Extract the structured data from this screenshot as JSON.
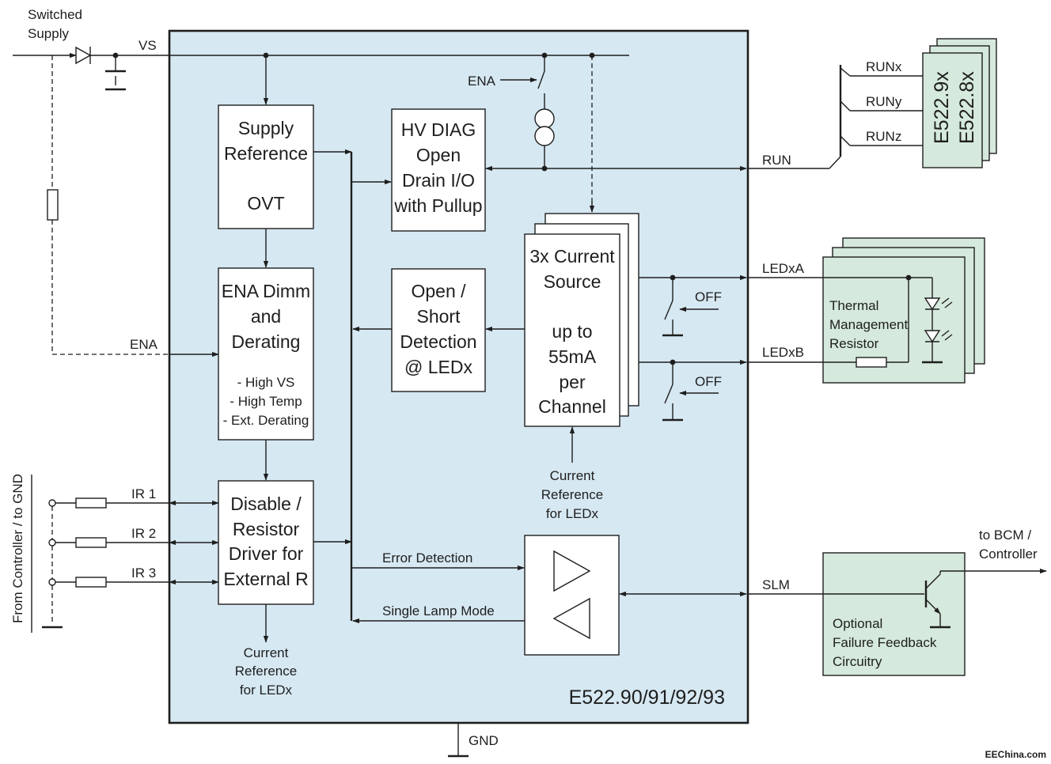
{
  "colors": {
    "chip_fill": "#d6e8f2",
    "external_fill": "#d5e9dc",
    "line": "#1e1e1e"
  },
  "labels": {
    "switched_supply": [
      "Switched",
      "Supply"
    ],
    "vs": "VS",
    "ena_switch": "ENA",
    "ena_line": "ENA",
    "run": "RUN",
    "runx": "RUNx",
    "runy": "RUNy",
    "runz": "RUNz",
    "ledxa": "LEDxA",
    "ledxb": "LEDxB",
    "off": "OFF",
    "ir1": "IR 1",
    "ir2": "IR 2",
    "ir3": "IR 3",
    "slm": "SLM",
    "gnd": "GND",
    "error_detection": "Error Detection",
    "single_lamp_mode": "Single Lamp Mode",
    "from_controller": "From Controller / to GND",
    "to_bcm": [
      "to BCM /",
      "Controller"
    ],
    "chip_name": "E522.90/91/92/93",
    "watermark": "EEChina.com"
  },
  "blocks": {
    "supply_reference": [
      "Supply",
      "Reference",
      "",
      "OVT"
    ],
    "hv_diag": [
      "HV DIAG",
      "Open",
      "Drain I/O",
      "with Pullup"
    ],
    "ena_dimm": [
      "ENA Dimm",
      "and",
      "Derating"
    ],
    "ena_dimm_list": [
      "- High VS",
      "- High Temp",
      "- Ext. Derating"
    ],
    "open_short": [
      "Open /",
      "Short",
      "Detection",
      "@ LEDx"
    ],
    "current_source": [
      "3x Current",
      "Source",
      "",
      "up to",
      "55mA",
      "per",
      "Channel"
    ],
    "disable_resistor": [
      "Disable /",
      "Resistor",
      "Driver for",
      "External R"
    ],
    "current_ref_top": [
      "Current",
      "Reference",
      "for LEDx"
    ],
    "current_ref_bottom": [
      "Current",
      "Reference",
      "for LEDx"
    ],
    "thermal": [
      "Thermal",
      "Management",
      "Resistor"
    ],
    "failure": [
      "Optional",
      "Failure Feedback",
      "Circuitry"
    ],
    "e522_cards": [
      "E522.9x",
      "E522.8x"
    ]
  }
}
